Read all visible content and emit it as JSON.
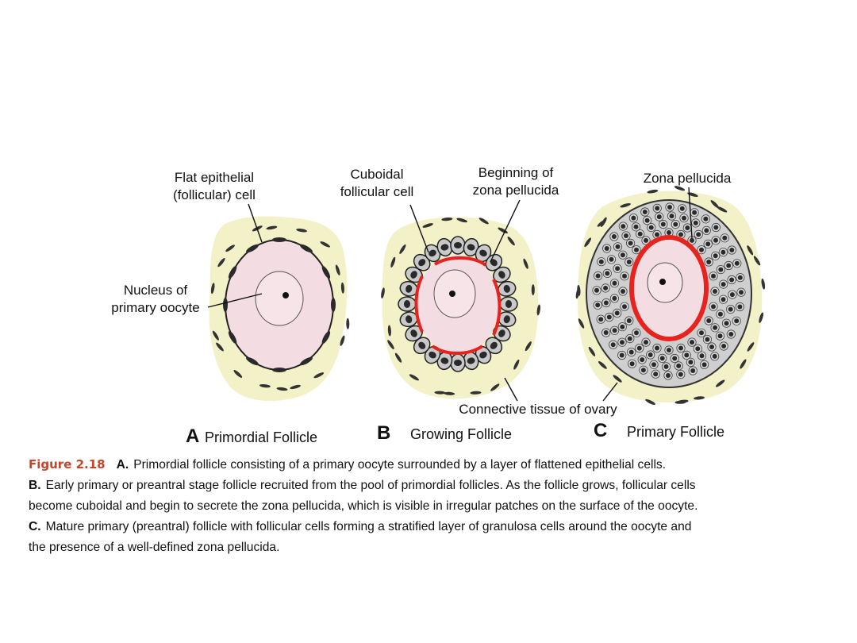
{
  "colors": {
    "connective_tissue": "#f3f1c8",
    "ooplasm": "#f3dde3",
    "nucleus": "#f7e4e8",
    "cell_fill": "#c9c9c9",
    "cell_nucleus": "#2a2a2a",
    "zona_pellucida": "#e8221c",
    "figure_label": "#c4452a"
  },
  "labels": {
    "flat_epithelial": [
      "Flat epithelial",
      "(follicular) cell"
    ],
    "cuboidal": [
      "Cuboidal",
      "follicular cell"
    ],
    "beginning_zona": [
      "Beginning of",
      "zona pellucida"
    ],
    "zona_pellucida": "Zona pellucida",
    "nucleus_oocyte": [
      "Nucleus of",
      "primary oocyte"
    ],
    "connective_tissue": "Connective tissue of ovary"
  },
  "panels": [
    {
      "letter": "A",
      "name": "Primordial Follicle"
    },
    {
      "letter": "B",
      "name": "Growing Follicle"
    },
    {
      "letter": "C",
      "name": "Primary Follicle"
    }
  ],
  "caption": {
    "figure_label": "Figure 2.18",
    "lines": [
      {
        "letter": "A.",
        "text": "Primordial follicle consisting of a primary oocyte surrounded by a layer of flattened epithelial cells."
      },
      {
        "letter": "B.",
        "text": "Early primary or preantral stage follicle recruited from the pool of primordial follicles. As the follicle grows, follicular cells"
      },
      {
        "letter": "",
        "text": "become cuboidal and begin to secrete the zona pellucida, which is visible in irregular patches on the surface of the oocyte."
      },
      {
        "letter": "C.",
        "text": "Mature primary (preantral) follicle with follicular cells forming a stratified layer of granulosa cells around the oocyte and"
      },
      {
        "letter": "",
        "text": "the presence of a well-defined zona pellucida."
      }
    ]
  }
}
